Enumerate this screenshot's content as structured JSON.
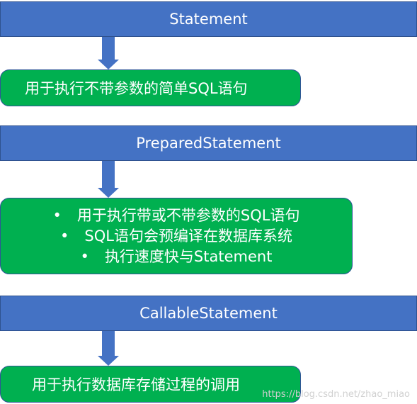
{
  "blocks": [
    {
      "title": "Statement",
      "description": [
        "用于执行不带参数的简单SQL语句"
      ]
    },
    {
      "title": "PreparedStatement",
      "description": [
        "用于执行带或不带参数的SQL语句",
        "SQL语句会预编译在数据库系统",
        "执行速度快与Statement"
      ]
    },
    {
      "title": "CallableStatement",
      "description": [
        "用于执行数据库存储过程的调用"
      ]
    }
  ],
  "bullet_glyph": "•",
  "watermark": "https://blog.csdn.net/zhao_miao",
  "colors": {
    "header": "#4472C4",
    "box": "#00B050",
    "arrow": "#4472C4"
  }
}
